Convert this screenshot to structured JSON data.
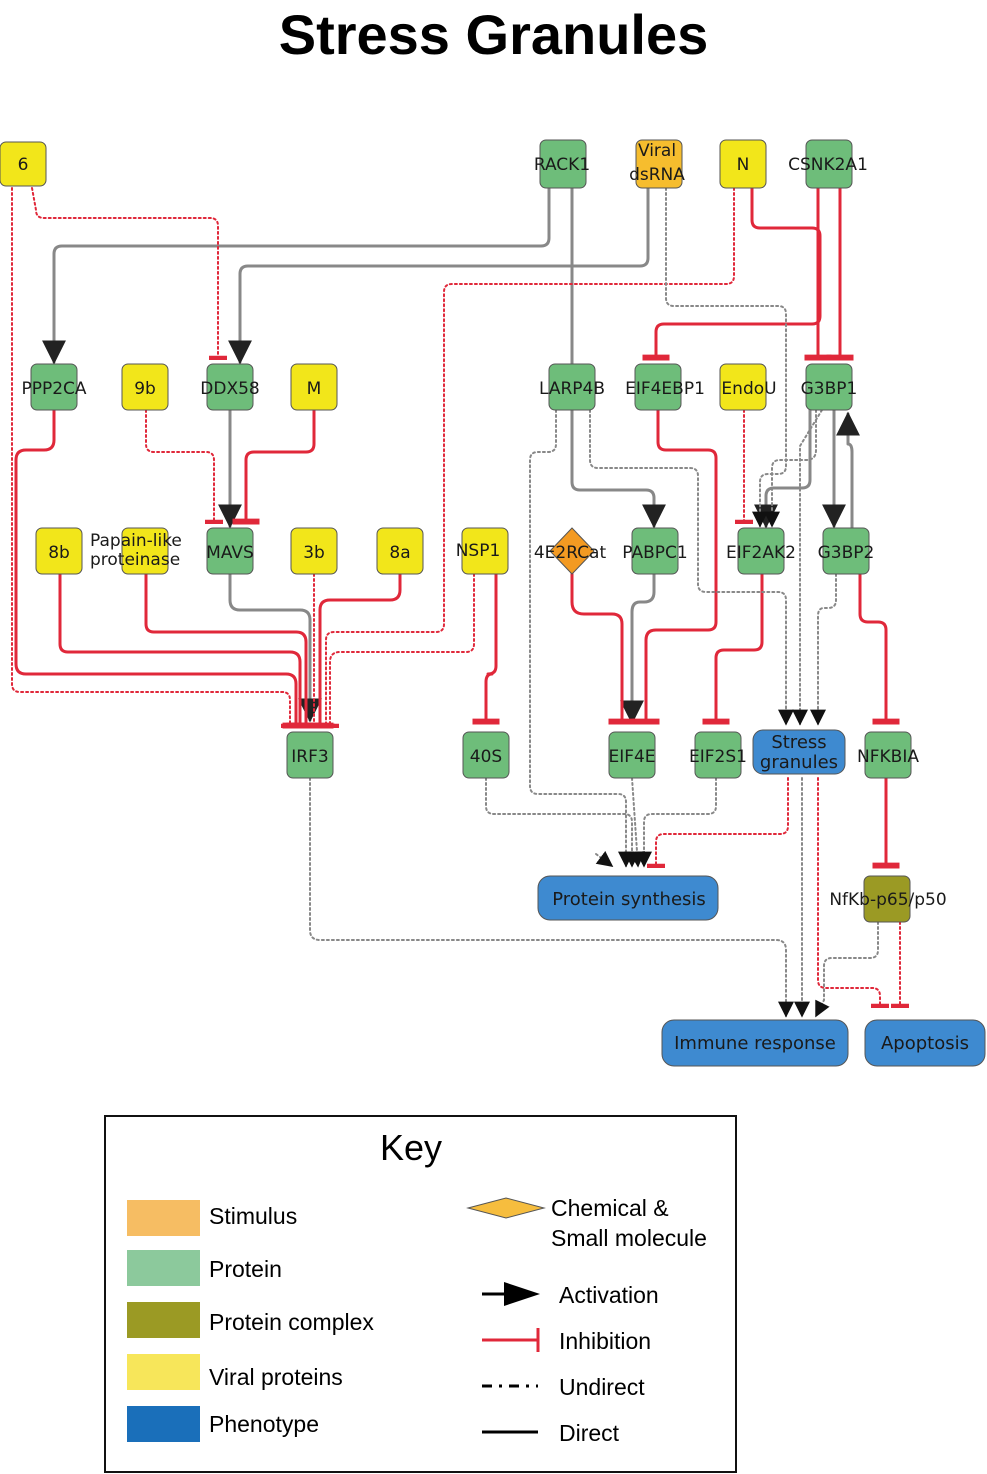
{
  "title": "Stress Granules",
  "colors": {
    "stimulus": "#f6bd2e",
    "protein": "#6ebd7a",
    "complex": "#9b9a24",
    "viral": "#f2e61a",
    "phenotype": "#3e8ad0",
    "chemical": "#f39a22",
    "activation": "#888888",
    "inhibition": "#e0283a"
  },
  "nodes": {
    "n6": "6",
    "rack1": "RACK1",
    "viral_dsrna_1": "Viral",
    "viral_dsrna_2": "dsRNA",
    "n_prot": "N",
    "csnk2a1": "CSNK2A1",
    "ppp2ca": "PPP2CA",
    "n9b": "9b",
    "ddx58": "DDX58",
    "m_prot": "M",
    "larp4b": "LARP4B",
    "eif4ebp1": "EIF4EBP1",
    "endou": "EndoU",
    "g3bp1": "G3BP1",
    "n8b": "8b",
    "papain_1": "Papain-like",
    "papain_2": "proteinase",
    "mavs": "MAVS",
    "n3b": "3b",
    "n8a": "8a",
    "nsp1": "NSP1",
    "e2rcat": "4E2RCat",
    "pabpc1": "PABPC1",
    "eif2ak2": "EIF2AK2",
    "g3bp2": "G3BP2",
    "irf3": "IRF3",
    "s40": "40S",
    "eif4e": "EIF4E",
    "eif2s1": "EIF2S1",
    "sg_1": "Stress",
    "sg_2": "granules",
    "nfkbia": "NFKBIA",
    "protein_synthesis": "Protein synthesis",
    "nfkb": "NfKb-p65/p50",
    "immune": "Immune response",
    "apoptosis": "Apoptosis"
  },
  "key": {
    "title": "Key",
    "stimulus": "Stimulus",
    "protein": "Protein",
    "complex": "Protein complex",
    "viral": "Viral proteins",
    "phenotype": "Phenotype",
    "chemical_1": "Chemical &",
    "chemical_2": "Small molecule",
    "activation": "Activation",
    "inhibition": "Inhibition",
    "undirect": "Undirect",
    "direct": "Direct"
  }
}
